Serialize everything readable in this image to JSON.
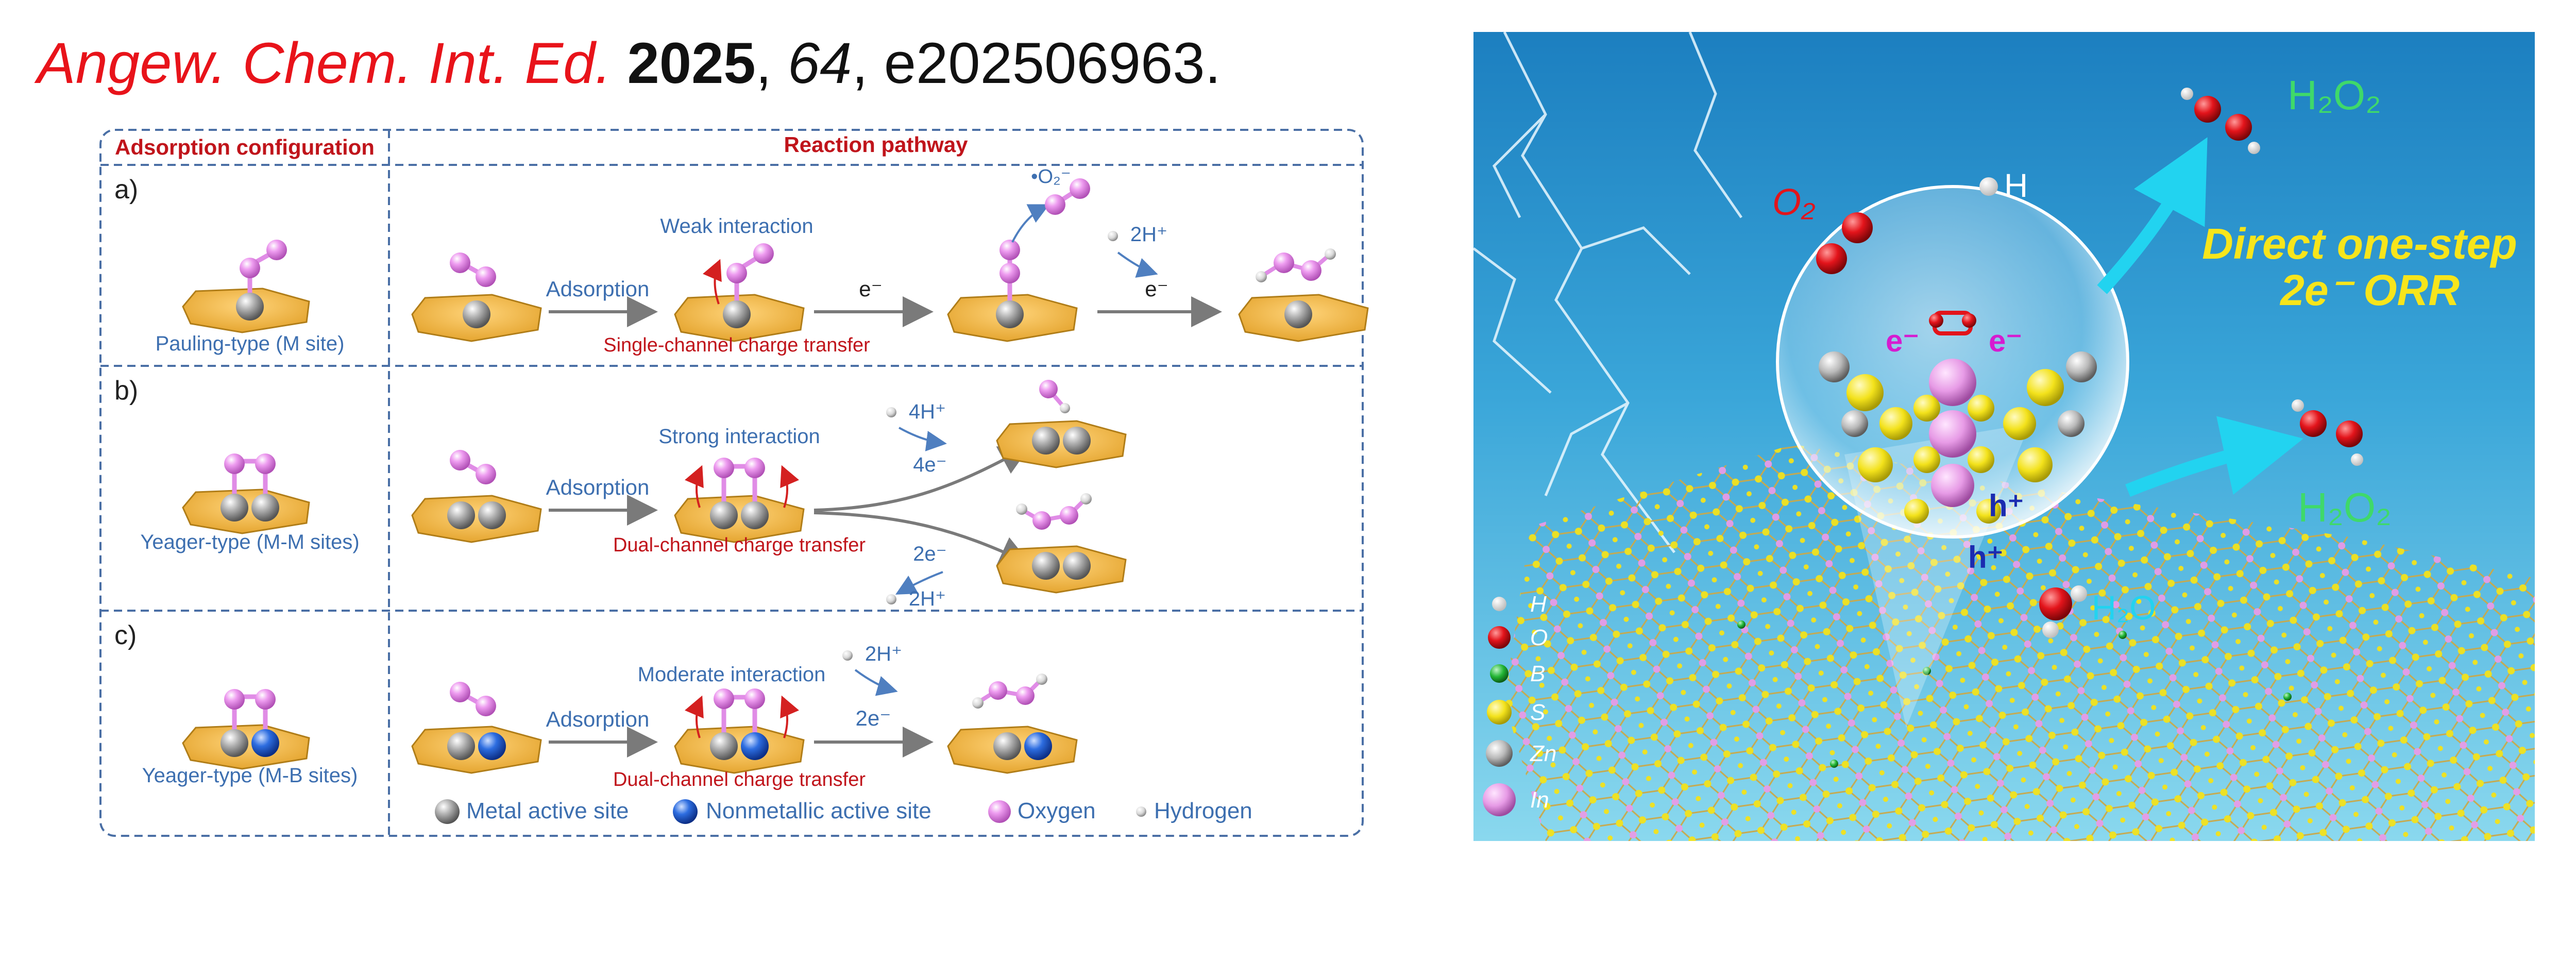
{
  "citation": {
    "journal": "Angew. Chem. Int. Ed.",
    "year": "2025",
    "volume": "64",
    "article": "e202506963."
  },
  "scheme": {
    "headers": {
      "left": "Adsorption configuration",
      "right": "Reaction pathway"
    },
    "rows": [
      {
        "letter": "a)",
        "config_label": "Pauling-type (M site)",
        "adsorption": "Adsorption",
        "interaction": "Weak interaction",
        "transfer": "Single-channel charge transfer",
        "electron": "e⁻",
        "radical": "•O₂⁻",
        "protons": "2H⁺",
        "electron2": "e⁻"
      },
      {
        "letter": "b)",
        "config_label": "Yeager-type (M-M sites)",
        "adsorption": "Adsorption",
        "interaction": "Strong interaction",
        "transfer": "Dual-channel charge transfer",
        "upper_protons": "4H⁺",
        "upper_electrons": "4e⁻",
        "lower_electrons": "2e⁻",
        "lower_protons": "2H⁺"
      },
      {
        "letter": "c)",
        "config_label": "Yeager-type (M-B sites)",
        "adsorption": "Adsorption",
        "interaction": "Moderate interaction",
        "transfer": "Dual-channel charge transfer",
        "protons": "2H⁺",
        "electrons": "2e⁻"
      }
    ],
    "legend": [
      {
        "label": "Metal active site",
        "color": "#8f8f8f"
      },
      {
        "label": "Nonmetallic active site",
        "color": "#1f5fd6"
      },
      {
        "label": "Oxygen",
        "color": "#e08ce6"
      },
      {
        "label": "Hydrogen",
        "color": "#b8b8b8"
      }
    ],
    "colors": {
      "frame": "#4a6fa5",
      "header_text": "#c0141b",
      "label_text": "#3d6fb0",
      "transfer_text": "#c0141b",
      "substrate": "#f0b83c"
    }
  },
  "artwork": {
    "o2_label": "O₂",
    "h_label": "H",
    "electron_label": "e⁻",
    "hole_label": "h⁺",
    "h2o_label": "H₂O",
    "h2o2_top": "H₂O₂",
    "h2o2_bottom": "H₂O₂",
    "caption_line1": "Direct one-step",
    "caption_line2": "2e⁻ ORR",
    "legend": [
      {
        "label": "H",
        "color": "#f2f2f2"
      },
      {
        "label": "O",
        "color": "#e3141b"
      },
      {
        "label": "B",
        "color": "#22b534"
      },
      {
        "label": "S",
        "color": "#f3e21b"
      },
      {
        "label": "Zn",
        "color": "#b9b9b9"
      },
      {
        "label": "In",
        "color": "#e79be6"
      }
    ],
    "colors": {
      "water_top": "#2a8ec9",
      "water_bottom": "#7fd2ea",
      "caption": "#f7e51b",
      "h2o2": "#3fd96a",
      "arrow": "#22d3f0"
    }
  }
}
